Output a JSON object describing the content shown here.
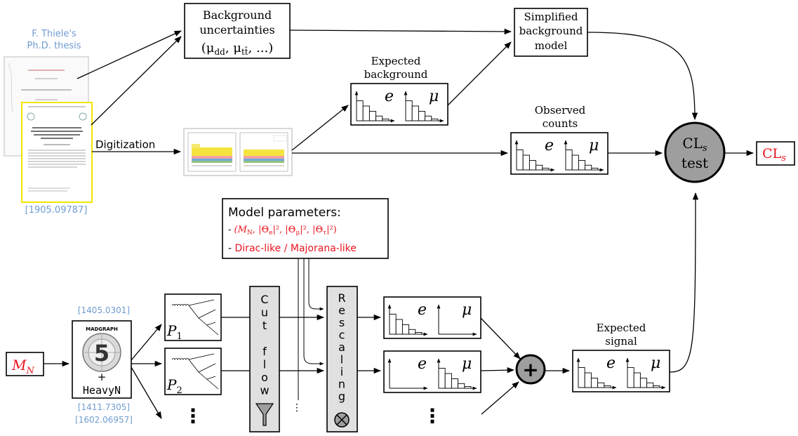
{
  "colors": {
    "accent_blue": "#6f9bd1",
    "accent_red": "#e8141e",
    "node_gray": "#9e9e9e",
    "flow_gray": "#e0e0e0",
    "thesis_frame": "#f2e300"
  },
  "thesis": {
    "caption_line1": "F. Thiele's",
    "caption_line2": "Ph.D. thesis",
    "arxiv": "[1905.09787]"
  },
  "background_uncertainties": {
    "line1": "Background",
    "line2": "uncertainties",
    "formula": "(μ",
    "formula_sub1": "dd",
    "formula_mid": ", μ",
    "formula_sub2": "tt̄",
    "formula_end": ", ...)"
  },
  "simplified_model": {
    "line1": "Simplified",
    "line2": "background",
    "line3": "model"
  },
  "expected_background": {
    "line1": "Expected",
    "line2": "background",
    "e_label": "e",
    "mu_label": "μ"
  },
  "digitization": {
    "label": "Digitization"
  },
  "observed_counts": {
    "line1": "Observed",
    "line2": "counts",
    "e_label": "e",
    "mu_label": "μ"
  },
  "cls_test": {
    "main": "CL",
    "sub": "s",
    "line2": "test"
  },
  "cls_output": {
    "main": "CL",
    "sub": "s"
  },
  "model_parameters": {
    "title": "Model parameters:",
    "item1_prefix": "- ",
    "item1": "(M",
    "item1_sub": "N",
    "item1_rest": ", |Θ",
    "item1_sub_e": "e",
    "item1_sq1": "|², |Θ",
    "item1_sub_mu": "μ",
    "item1_sq2": "|², |Θ",
    "item1_sub_tau": "τ",
    "item1_end": "|²)",
    "item2_prefix": "- ",
    "item2": "Dirac-like / Majorana-like"
  },
  "mn_input": {
    "main": "M",
    "sub": "N"
  },
  "madgraph": {
    "logo_text": "MADGRAPH",
    "version": "5",
    "plus": "+",
    "model": "HeavyN",
    "ref_top": "[1405.0301]",
    "ref_bottom1": "[1411.7305]",
    "ref_bottom2": "[1602.06957]"
  },
  "processes": [
    {
      "label": "P",
      "sub": "1"
    },
    {
      "label": "P",
      "sub": "2"
    }
  ],
  "cut_flow": {
    "letters": [
      "C",
      "u",
      "t",
      "",
      "f",
      "l",
      "o",
      "w"
    ]
  },
  "rescaling": {
    "letters": [
      "R",
      "e",
      "s",
      "c",
      "a",
      "l",
      "i",
      "n",
      "g"
    ]
  },
  "signal_hists": [
    {
      "e_label": "e",
      "mu_label": "μ"
    },
    {
      "e_label": "e",
      "mu_label": "μ"
    }
  ],
  "sum_node": {
    "symbol": "+"
  },
  "expected_signal": {
    "line1": "Expected",
    "line2": "signal",
    "e_label": "e",
    "mu_label": "μ"
  },
  "ellipsis": {
    "vertical": "⋮"
  }
}
